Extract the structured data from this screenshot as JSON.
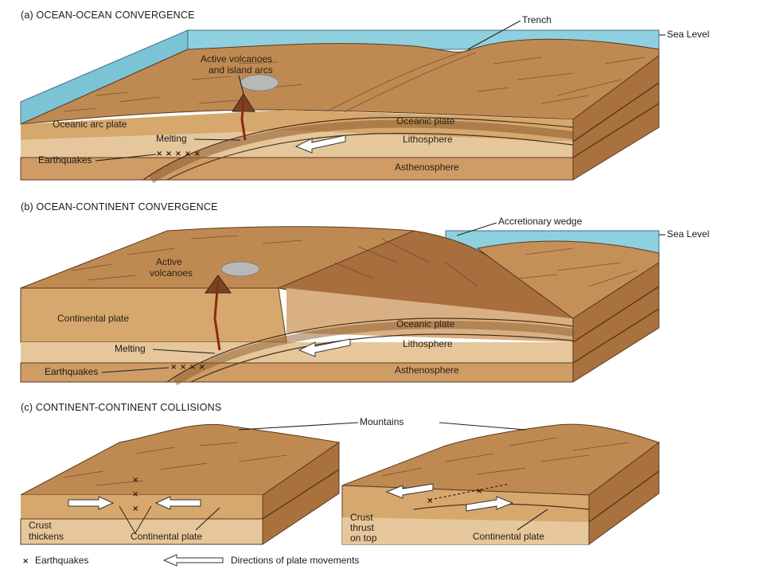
{
  "panels": {
    "a": {
      "title": "(a) OCEAN-OCEAN CONVERGENCE",
      "labels": {
        "trench": "Trench",
        "sea_level": "Sea Level",
        "volcanoes": [
          "Active volcanoes",
          "and island arcs"
        ],
        "oceanic_arc_plate": "Oceanic arc plate",
        "oceanic_plate": "Oceanic plate",
        "melting": "Melting",
        "lithosphere": "Lithosphere",
        "earthquakes": "Earthquakes",
        "asthenosphere": "Asthenosphere"
      }
    },
    "b": {
      "title": "(b) OCEAN-CONTINENT CONVERGENCE",
      "labels": {
        "accretionary_wedge": "Accretionary wedge",
        "sea_level": "Sea Level",
        "volcanoes": [
          "Active",
          "volcanoes"
        ],
        "continental_plate": "Continental plate",
        "oceanic_plate": "Oceanic plate",
        "melting": "Melting",
        "lithosphere": "Lithosphere",
        "earthquakes": "Earthquakes",
        "asthenosphere": "Asthenosphere"
      }
    },
    "c": {
      "title": "(c) CONTINENT-CONTINENT COLLISIONS",
      "labels": {
        "mountains": "Mountains",
        "crust_thickens": [
          "Crust",
          "thickens"
        ],
        "continental_plate_left": "Continental plate",
        "crust_thrust": [
          "Crust",
          "thrust",
          "on top"
        ],
        "continental_plate_right": "Continental plate"
      }
    }
  },
  "legend": {
    "earthquakes": "Earthquakes",
    "plate_movements": "Directions of plate movements"
  },
  "colors": {
    "water": "#8fd0e0",
    "crust": "#c99a5c",
    "lithosphere": "#e2c29a",
    "asthenosphere": "#cf9c66",
    "surface": "#b98450",
    "dark_edge": "#8c5a2c"
  }
}
